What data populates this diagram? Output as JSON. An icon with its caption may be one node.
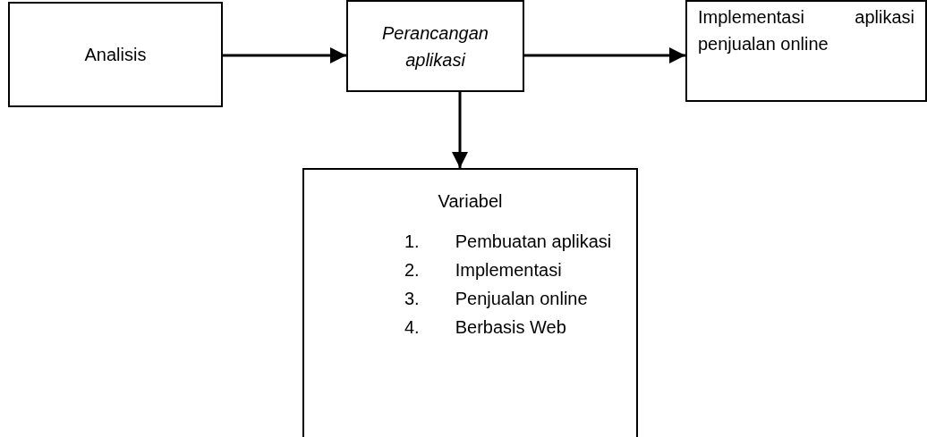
{
  "diagram": {
    "nodes": [
      {
        "text": [
          "Analisis"
        ]
      },
      {
        "text": [
          "Perancangan aplikasi"
        ]
      },
      {
        "text": [
          "Implementasi aplikasi penjualan online"
        ]
      },
      {
        "text": [
          "Variabel",
          "1. Pembuatan aplikasi",
          "2. Implementasi",
          "3. Penjualan online",
          "4. Berbasis Web"
        ]
      }
    ],
    "edges": [
      {
        "from": 0,
        "to": 1,
        "arrow": "to"
      },
      {
        "from": 1,
        "to": 2,
        "arrow": "to"
      },
      {
        "from": 1,
        "to": 3,
        "arrow": "to"
      }
    ]
  }
}
